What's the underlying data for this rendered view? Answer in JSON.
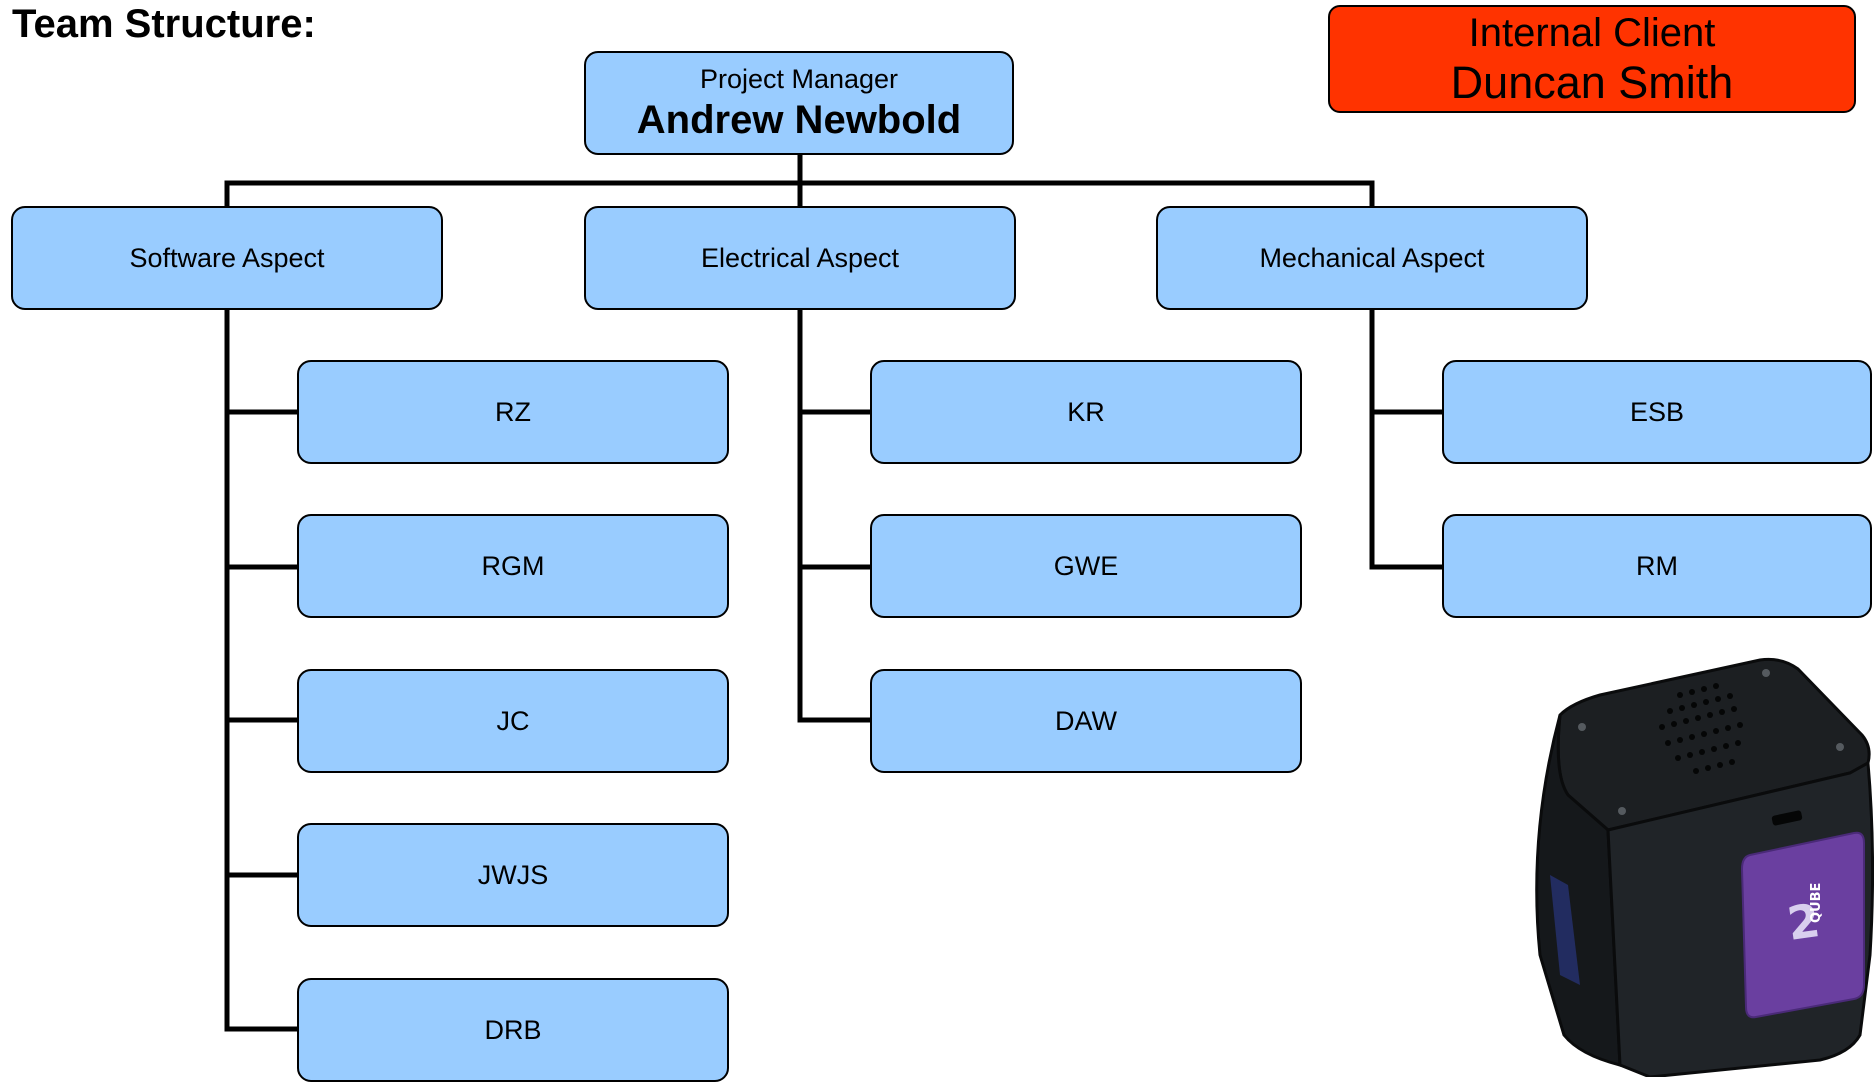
{
  "title": "Team Structure:",
  "client": {
    "label": "Internal Client",
    "name": "Duncan Smith",
    "color": "#ff3300"
  },
  "project_manager": {
    "role": "Project Manager",
    "name": "Andrew Newbold"
  },
  "aspects": [
    {
      "label": "Software Aspect",
      "members": [
        "RZ",
        "RGM",
        "JC",
        "JWJS",
        "DRB"
      ]
    },
    {
      "label": "Electrical Aspect",
      "members": [
        "KR",
        "GWE",
        "DAW"
      ]
    },
    {
      "label": "Mechanical Aspect",
      "members": [
        "ESB",
        "RM"
      ]
    }
  ],
  "colors": {
    "box_fill": "#99ccff",
    "box_border": "#000000",
    "connector": "#000000"
  },
  "device_image": {
    "sticker_text": "QUBE"
  }
}
